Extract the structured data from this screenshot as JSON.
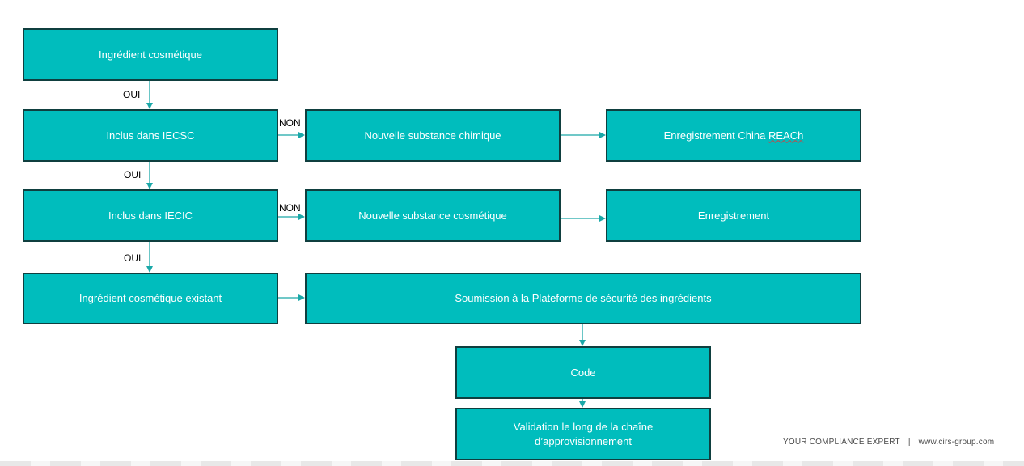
{
  "nodes": {
    "cosmetic_ingredient": "Ingrédient cosmétique",
    "in_iecsc": "Inclus dans IECSC",
    "new_chemical_substance": "Nouvelle substance chimique",
    "china_reach_prefix": "Enregistrement China ",
    "china_reach_word": "REACh",
    "in_ieic": "Inclus dans IECIC",
    "new_cosmetic_substance": "Nouvelle substance cosmétique",
    "registration": "Enregistrement",
    "existing_ingredient": "Ingrédient cosmétique existant",
    "submission_platform": "Soumission à la Plateforme de sécurité des ingrédients",
    "code": "Code",
    "validation_line1": "Validation le long de la chaîne",
    "validation_line2": "d’approvisionnement"
  },
  "edge_labels": {
    "oui_1": "OUI",
    "oui_2": "OUI",
    "oui_3": "OUI",
    "non_1": "NON",
    "non_2": "NON"
  },
  "footer": {
    "tagline": "YOUR COMPLIANCE EXPERT",
    "separator": "|",
    "website": "www.cirs-group.com"
  },
  "colors": {
    "box_fill": "#00bdbd",
    "box_border": "#0f3f3f",
    "connector": "#1aa8a8"
  }
}
